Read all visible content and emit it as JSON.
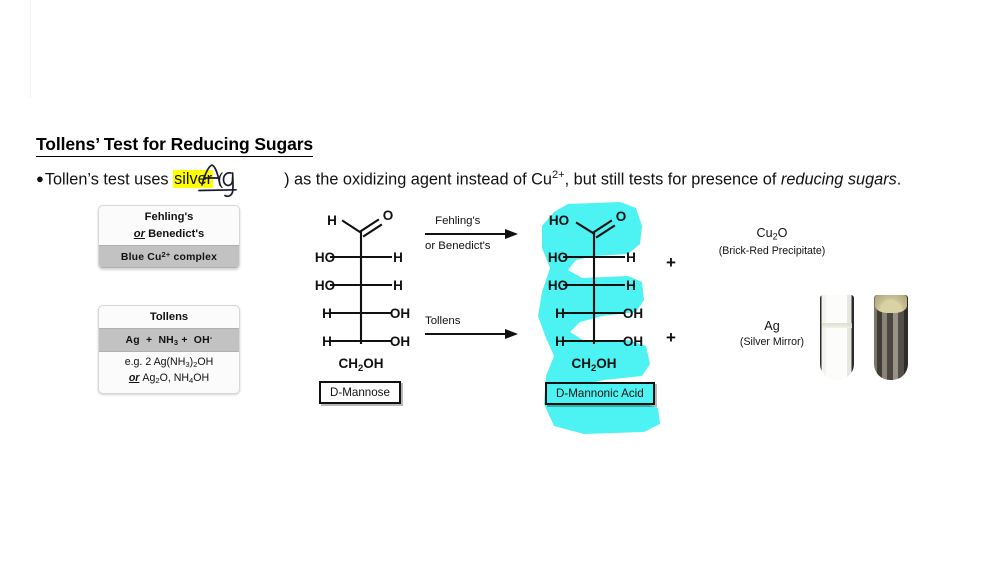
{
  "slide": {
    "heading": "Tollens’ Test for Reducing Sugars",
    "bullet": {
      "dot": "●",
      "part1": "Tollen’s test uses ",
      "highlight": "silver",
      "part2": " ( ",
      "handwritten_annotation": "Ag",
      "part3": " ) as the oxidizing agent instead of Cu",
      "cu_charge": "2+",
      "part4": ", but still tests for presence of ",
      "italic_tail": "reducing sugars",
      "period": "."
    }
  },
  "reagent_boxes": [
    {
      "name": "fehling-benedict",
      "title": "Fehling's",
      "or_prefix": "or",
      "subtitle": "Benedict's",
      "band_text": "Blue Cu",
      "band_sup": "2+",
      "band_tail": " complex"
    },
    {
      "name": "tollens",
      "title": "Tollens",
      "band_ag": "Ag",
      "band_plus1": "+",
      "band_nh3": "NH",
      "band_nh3_sub": "3",
      "band_plus2": "+",
      "band_oh": "OH",
      "band_oh_sup": "-",
      "eg_line": "e.g. 2 Ag(NH3)2OH",
      "eg_prefix": "e.g. 2 Ag(NH",
      "eg_sub1": "3",
      "eg_mid": ")",
      "eg_sub2": "2",
      "eg_suffix": "OH",
      "or_label": "or",
      "or_line_a": "Ag",
      "or_sub_a": "2",
      "or_line_b": "O, NH",
      "or_sub_b": "4",
      "or_line_c": "OH"
    }
  ],
  "structures": [
    {
      "name": "d-mannose",
      "label": "D-Mannose",
      "top_left": "H",
      "top_right": "O",
      "carbonyl": "aldehyde",
      "rows": [
        {
          "left": "HO",
          "right": "H"
        },
        {
          "left": "HO",
          "right": "H"
        },
        {
          "left": "H",
          "right": "OH"
        },
        {
          "left": "H",
          "right": "OH"
        }
      ],
      "bottom": "CH2OH",
      "bottom_prefix": "CH",
      "bottom_sub": "2",
      "bottom_suffix": "OH",
      "highlighted": false
    },
    {
      "name": "d-mannonic-acid",
      "label": "D-Mannonic Acid",
      "top_left": "HO",
      "top_right": "O",
      "carbonyl": "carboxylic-acid",
      "rows": [
        {
          "left": "HO",
          "right": "H"
        },
        {
          "left": "HO",
          "right": "H"
        },
        {
          "left": "H",
          "right": "OH"
        },
        {
          "left": "H",
          "right": "OH"
        }
      ],
      "bottom": "CH2OH",
      "bottom_prefix": "CH",
      "bottom_sub": "2",
      "bottom_suffix": "OH",
      "highlighted": true
    }
  ],
  "arrows": [
    {
      "name": "fehling-arrow",
      "label_top": "Fehling's",
      "label_bottom": "or  Benedict's"
    },
    {
      "name": "tollens-arrow",
      "label_top": "Tollens",
      "label_bottom": ""
    }
  ],
  "plus_signs": [
    "+",
    "+"
  ],
  "products": [
    {
      "name": "copper-oxide",
      "formula_prefix": "Cu",
      "formula_sub": "2",
      "formula_suffix": "O",
      "note": "(Brick-Red Precipitate)"
    },
    {
      "name": "silver",
      "formula_prefix": "Ag",
      "formula_sub": "",
      "formula_suffix": "",
      "note": "(Silver Mirror)"
    }
  ],
  "test_tubes": [
    {
      "name": "clear-tube",
      "description": "clear solution"
    },
    {
      "name": "silver-mirror-tube",
      "description": "silver mirror coating"
    }
  ],
  "colors": {
    "yellow_highlight": "#ffff00",
    "cyan_highlight": "#4df2f2",
    "band_gray": "#c2c2c2",
    "text": "#111111",
    "background": "#ffffff"
  }
}
